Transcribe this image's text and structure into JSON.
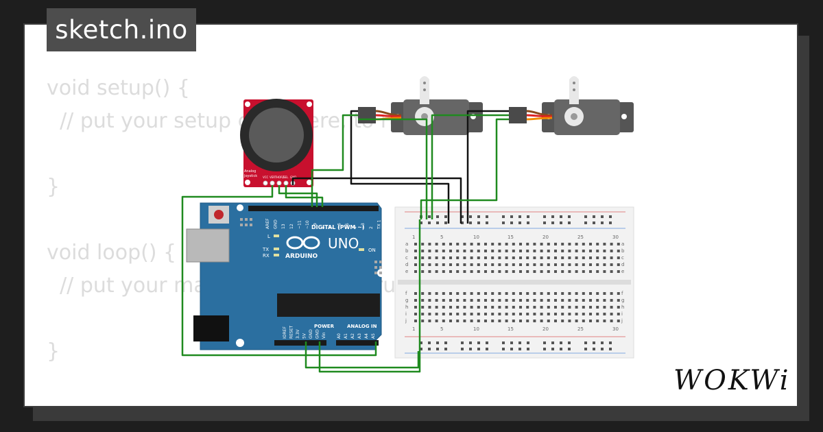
{
  "tab": {
    "title": "sketch.ino"
  },
  "code_lines": [
    "void setup() {",
    "  // put your setup code here, to run once:",
    "",
    "}",
    "",
    "void loop() {",
    "  // put your main code here, to run repeatedly:",
    "",
    "}"
  ],
  "joystick": {
    "label_line1": "Analog",
    "label_line2": "Joystick",
    "pins": [
      "VCC",
      "VERT",
      "HORZ",
      "SEL",
      "GND"
    ]
  },
  "arduino": {
    "brand": "ARDUINO",
    "model": "UNO",
    "digital_label": "DIGITAL (PWM ~)",
    "power_label": "POWER",
    "analog_label": "ANALOG IN",
    "on_label": "ON",
    "l_label": "L",
    "tx_label": "TX",
    "rx_label": "RX",
    "digital_pins": [
      "AREF",
      "GND",
      "13",
      "12",
      "~11",
      "~10",
      "~9",
      "8",
      "7",
      "~6",
      "~5",
      "4",
      "~3",
      "2",
      "TX 1",
      "RX 0"
    ],
    "power_pins": [
      "IOREF",
      "RESET",
      "3.3V",
      "5V",
      "GND",
      "GND",
      "Vin"
    ],
    "analog_pins": [
      "A0",
      "A1",
      "A2",
      "A3",
      "A4",
      "A5"
    ]
  },
  "breadboard": {
    "column_numbers": [
      "1",
      "5",
      "10",
      "15",
      "20",
      "25",
      "30"
    ],
    "row_letters_top": [
      "a",
      "b",
      "c",
      "d",
      "e"
    ],
    "row_letters_bottom": [
      "f",
      "g",
      "h",
      "i",
      "j"
    ]
  },
  "logo": {
    "text": "WOKWi"
  },
  "colors": {
    "wire_green": "#1f8a1f",
    "wire_black": "#111111",
    "board_blue": "#2b6fa0",
    "joystick_red": "#c8102e"
  }
}
